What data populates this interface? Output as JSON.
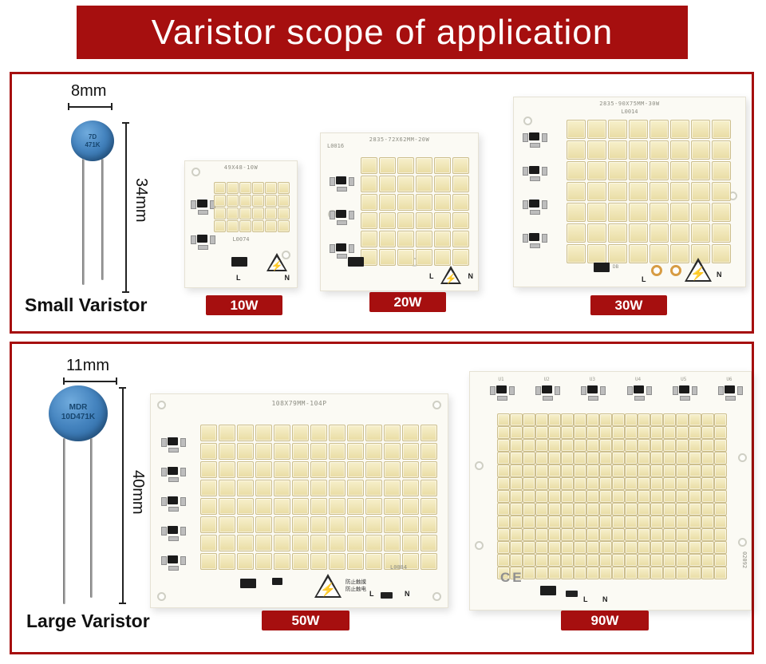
{
  "page": {
    "title": "Varistor scope of application"
  },
  "colors": {
    "accent": "#a60f0f",
    "led_fill": "#efe4ab",
    "varistor_blue": "#3f7fbe",
    "board_bg": "#fbfaf4"
  },
  "icons": {
    "lightning": "⚡"
  },
  "labels": {
    "l": "L",
    "n": "N"
  },
  "sections": [
    {
      "title": "Small Varistor",
      "width_label": "8mm",
      "height_label": "34mm",
      "varistor_marking": [
        "7D",
        "471K"
      ],
      "boards": [
        {
          "badge": "10W",
          "top_label": "49X48-10W",
          "code": "L0074",
          "leds": {
            "cols": 6,
            "rows": 4
          }
        },
        {
          "badge": "20W",
          "corner_label": "L0016",
          "top_label": "2835-72X62MM-20W",
          "leds": {
            "cols": 6,
            "rows": 6
          }
        },
        {
          "badge": "30W",
          "top_label": "2835-90X75MM-30W",
          "code": "L0014",
          "ic_label": "DB",
          "leds": {
            "cols": 8,
            "rows": 7
          }
        }
      ]
    },
    {
      "title": "Large Varistor",
      "width_label": "11mm",
      "height_label": "40mm",
      "varistor_marking": [
        "MDR",
        "10D471K"
      ],
      "boards": [
        {
          "badge": "50W",
          "top_label": "108X79MM-104P",
          "code": "L0084",
          "warn_text": [
            "防止触摸",
            "防止触电"
          ],
          "leds": {
            "cols": 13,
            "rows": 8
          }
        },
        {
          "badge": "90W",
          "side_code": "02092",
          "ce_mark": "CE",
          "comp_labels": [
            "U1",
            "U2",
            "U3",
            "U4",
            "U5",
            "U6"
          ],
          "leds": {
            "cols": 18,
            "rows": 13
          }
        }
      ]
    }
  ]
}
